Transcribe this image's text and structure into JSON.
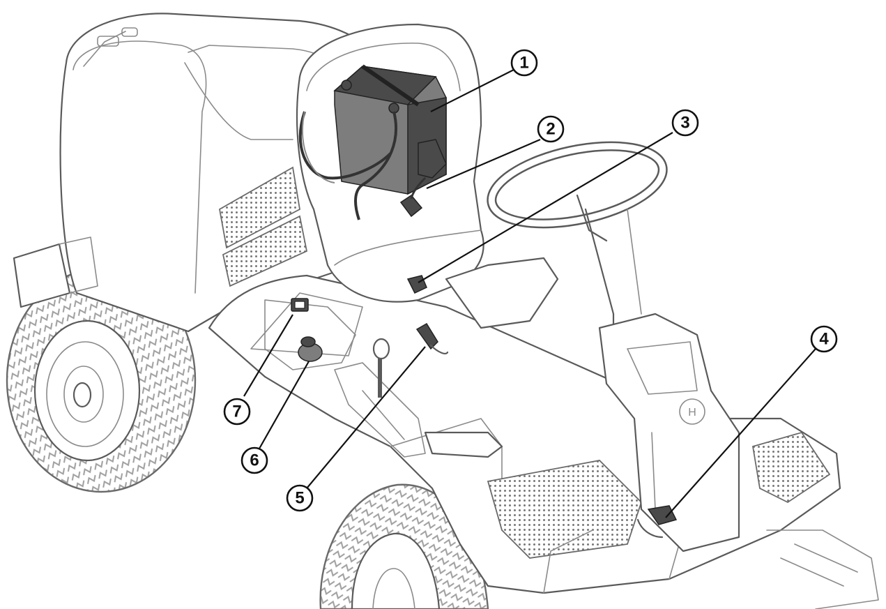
{
  "callouts": [
    {
      "id": "1",
      "label": "1"
    },
    {
      "id": "2",
      "label": "2"
    },
    {
      "id": "3",
      "label": "3"
    },
    {
      "id": "4",
      "label": "4"
    },
    {
      "id": "5",
      "label": "5"
    },
    {
      "id": "6",
      "label": "6"
    },
    {
      "id": "7",
      "label": "7"
    }
  ],
  "colors": {
    "line": "#5a5a5a",
    "callout": "#111111",
    "battery": "#4a4a4a"
  }
}
